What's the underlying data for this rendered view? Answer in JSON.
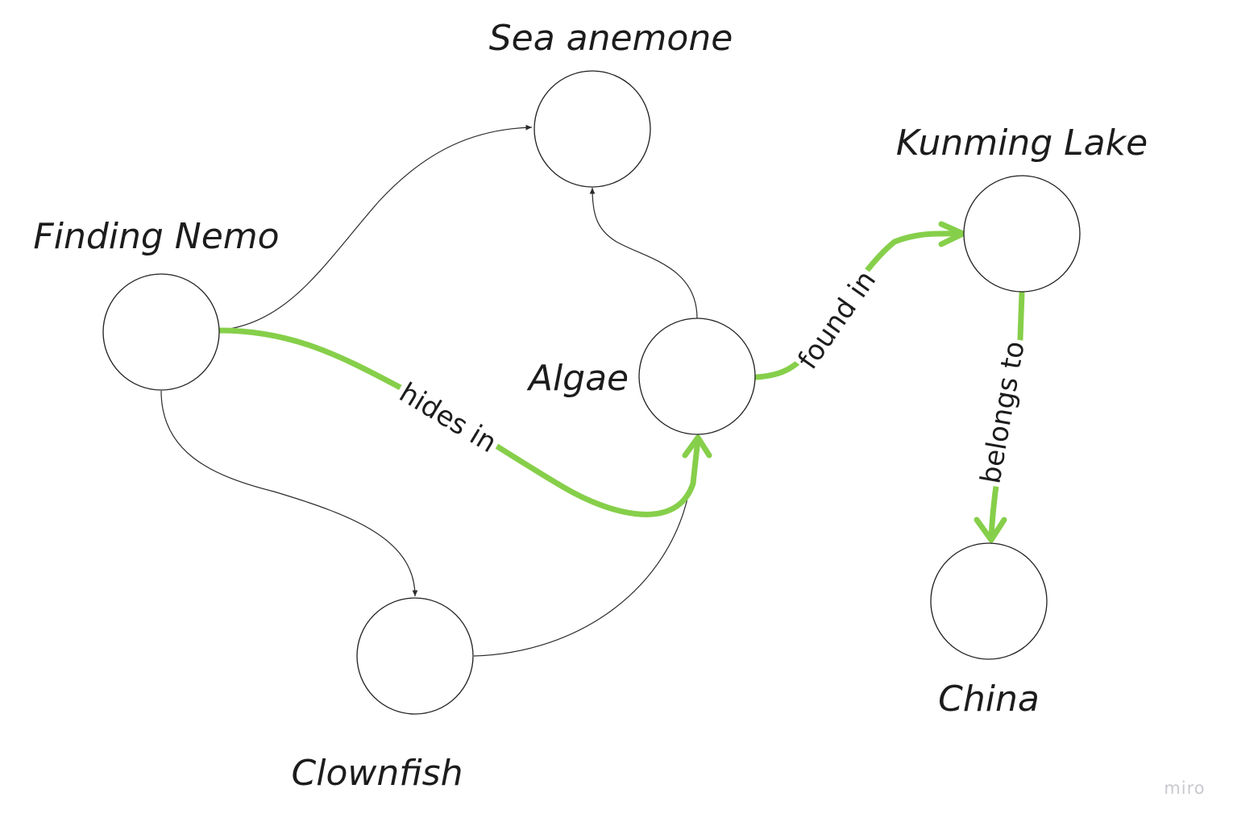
{
  "diagram": {
    "nodes": [
      {
        "id": "sea_anemone",
        "label": "Sea anemone"
      },
      {
        "id": "finding_nemo",
        "label": "Finding Nemo"
      },
      {
        "id": "algae",
        "label": "Algae"
      },
      {
        "id": "kunming_lake",
        "label": "Kunming Lake"
      },
      {
        "id": "clownfish",
        "label": "Clownfish"
      },
      {
        "id": "china",
        "label": "China"
      }
    ],
    "edges": [
      {
        "from": "finding_nemo",
        "to": "sea_anemone",
        "label": "",
        "highlighted": false
      },
      {
        "from": "algae",
        "to": "sea_anemone",
        "label": "",
        "highlighted": false
      },
      {
        "from": "finding_nemo",
        "to": "clownfish",
        "label": "",
        "highlighted": false
      },
      {
        "from": "clownfish",
        "to": "algae",
        "label": "",
        "highlighted": false
      },
      {
        "from": "finding_nemo",
        "to": "algae",
        "label": "hides in",
        "highlighted": true
      },
      {
        "from": "algae",
        "to": "kunming_lake",
        "label": "found in",
        "highlighted": true
      },
      {
        "from": "kunming_lake",
        "to": "china",
        "label": "belongs to",
        "highlighted": true
      }
    ],
    "colors": {
      "highlight": "#86cf4a",
      "edge": "#2b2b2b",
      "node_stroke": "#1f1f1f",
      "text": "#1c1c1c"
    }
  },
  "watermark": "miro"
}
